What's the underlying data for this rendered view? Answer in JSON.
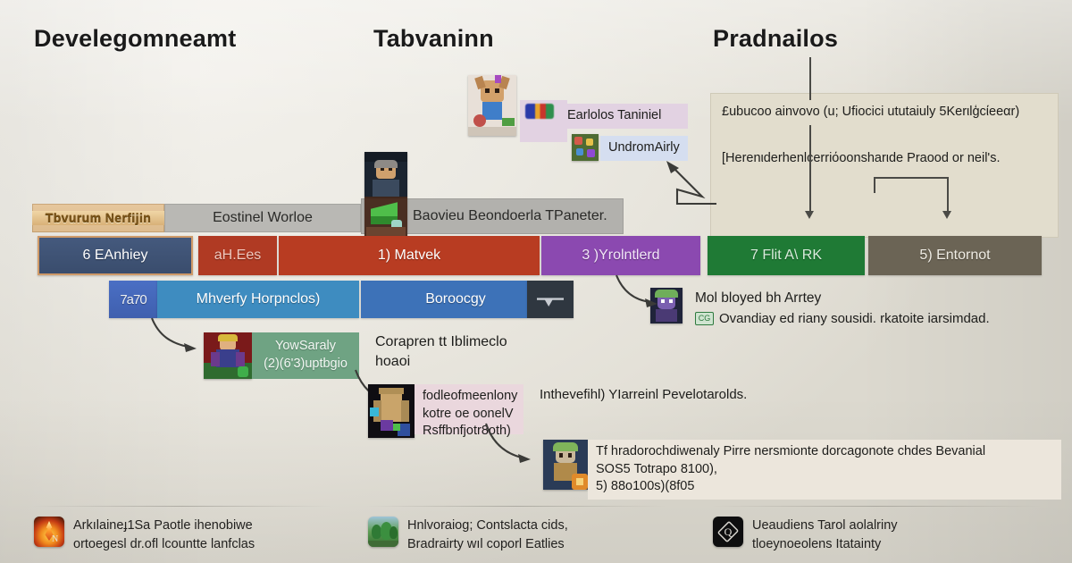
{
  "columns": [
    {
      "id": "development",
      "title": "Develegomneamt"
    },
    {
      "id": "tabvaninn",
      "title": "Tabvaninn"
    },
    {
      "id": "pradnailos",
      "title": "Pradnailos"
    }
  ],
  "cream_panel": {
    "paragraph_1": "£ubucoo ainvovo (u; Ufiocici ututaiuly\n5Kerιlģcίeeαr)",
    "paragraph_2": "[Herenιderhenlcerriόoonsharιde Praood or\nneil's."
  },
  "bars": {
    "row_upper": [
      {
        "name": "game-logo-chip",
        "label": "Tbvurum Nerfijin",
        "color": "#ddbb8d",
        "text_color": "#7a5418"
      },
      {
        "name": "bar-costinel-worlds",
        "label": "Eostinel Worloe",
        "color": "#b9b8b4",
        "text_color": "#2a2a28"
      },
      {
        "name": "bar-boovieu-deondoerla",
        "label": "Baovieu Beondoerla TPaneter.",
        "color": "#b2b1ad",
        "text_color": "#2a2a28"
      }
    ],
    "row_main": [
      {
        "name": "bar-banhiey",
        "label": "6 EAnhiey",
        "color": "#394c6c",
        "text_color": "#ffffff"
      },
      {
        "name": "bar-ahees",
        "label": "aH.Ees",
        "color": "#b03a23",
        "text_color": "#f0c7bd"
      },
      {
        "name": "bar-matvek",
        "label": "1) Matvek",
        "color": "#b83c22",
        "text_color": "#ffffff"
      },
      {
        "name": "bar-holntlerd",
        "label": "3 )Yrolntlerd",
        "color": "#8b49b0",
        "text_color": "#f2e6f8"
      },
      {
        "name": "bar-flit-ark",
        "label": "7 Flit A\\ RK",
        "color": "#1f7a35",
        "text_color": "#d9ecdc"
      },
      {
        "name": "bar-entornot",
        "label": "5) Entornot",
        "color": "#6b6455",
        "text_color": "#efece4"
      }
    ],
    "row_lower": [
      {
        "name": "bar-icon-tile",
        "label": "7a70",
        "color": "#3f5fae",
        "text_color": "#ffffff"
      },
      {
        "name": "bar-mhverfy",
        "label": "Mhverfy Horpnclos)",
        "color": "#3e8cc0",
        "text_color": "#ffffff"
      },
      {
        "name": "bar-boroocgy",
        "label": "Boroocgy",
        "color": "#3d72b8",
        "text_color": "#ffffff"
      },
      {
        "name": "bar-dark-chip",
        "label": "",
        "color": "#2f3740",
        "text_color": "#c8ccd2"
      }
    ]
  },
  "notes": {
    "earlolos_taniniel": "Earlolos Taniniel",
    "undromairly": "UndromAirly",
    "mol_bloyed": "Mol bloyed bh Arrtey",
    "mol_bloyed_sub": "Ovandiay ed riany sousidi. rkatoite iarsimdad.",
    "yowsaraly": "YowSaraly\n(2)(6'3)uptbgio",
    "corapren": "Corapren tt Iblimeclo\nhoaoi",
    "fodleofmeenlony": "fodleofmeenlony\nkotre oe oonelV\nRsffbnfjotr8oth)",
    "inthevefihl": "Inthevefihl) YIarreinl Pevelotarolds.",
    "tf_hradorochdimenaly": "Tf hradorochdiwenaly Pirre nersmionte dorcagonote chdes Bevanial\nSOS5 Totrapo 8100),\n5) 88o100s)(8f05"
  },
  "footer": [
    {
      "name": "footer-item-flame",
      "icon": "flame-icon",
      "text": "Arkılaineɟ1Sa Paotle ihenobiwe\nortoegesl dr.ofl lcountte lanfclas"
    },
    {
      "name": "footer-item-forest",
      "icon": "forest-icon",
      "text": "Hnlvoraiog; Contslacta cids,\nBradrairty wıl coporl Eatlies"
    },
    {
      "name": "footer-item-emblem",
      "icon": "emblem-icon",
      "text": "Ueaudiens Tarol aolalriny\ntloeynoeolens Itatainty"
    }
  ],
  "colors": {
    "background": "#e9e6de",
    "cream_panel": "#e2ddcd",
    "navy": "#394c6c",
    "red": "#b83c22",
    "purple": "#8b49b0",
    "green": "#1f7a35",
    "brown": "#6b6455",
    "teal": "#3e8cc0",
    "blue": "#3d72b8",
    "tan": "#ddbb8d",
    "gray": "#b9b8b4",
    "connector": "#3b3b38"
  }
}
